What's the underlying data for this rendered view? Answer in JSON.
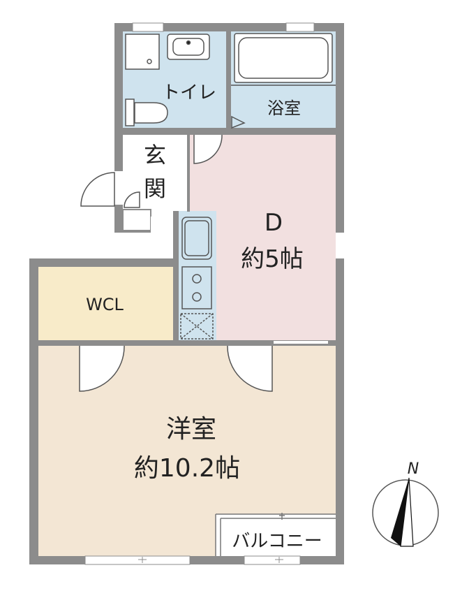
{
  "rooms": {
    "toilet": "トイレ",
    "bath": "浴室",
    "entrance_top": "玄",
    "entrance_bottom": "関",
    "dining_name": "D",
    "dining_size": "約5帖",
    "wcl": "WCL",
    "western_name": "洋室",
    "western_size": "約10.2帖",
    "balcony": "バルコニー"
  },
  "compass": {
    "north_label": "N"
  },
  "colors": {
    "wall": "#8c8c8c",
    "wet_area": "#cfe3ee",
    "dining": "#f2e0e0",
    "wcl": "#f8ebc9",
    "western": "#f3e6d4",
    "balcony": "#ffffff"
  }
}
